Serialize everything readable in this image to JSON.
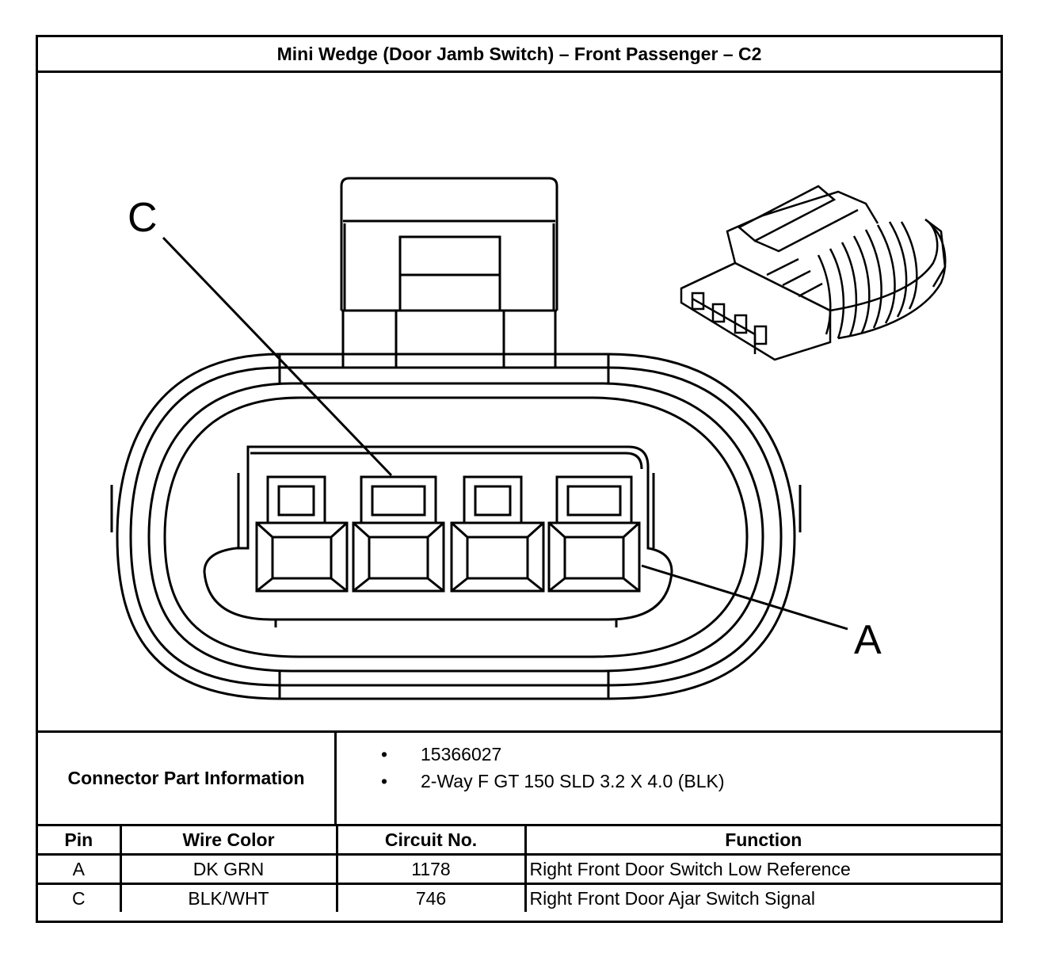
{
  "title": "Mini Wedge (Door Jamb Switch) – Front Passenger – C2",
  "diagram": {
    "callouts": {
      "c": "C",
      "a": "A"
    },
    "cavity_count": 4
  },
  "connector_info": {
    "label": "Connector Part Information",
    "items": [
      "15366027",
      "2-Way F GT 150 SLD 3.2 X 4.0 (BLK)"
    ],
    "bullet": "•"
  },
  "pin_table": {
    "headers": [
      "Pin",
      "Wire Color",
      "Circuit No.",
      "Function"
    ],
    "rows": [
      {
        "pin": "A",
        "wire_color": "DK GRN",
        "circuit": "1178",
        "function": "Right Front Door Switch Low Reference"
      },
      {
        "pin": "C",
        "wire_color": "BLK/WHT",
        "circuit": "746",
        "function": "Right Front Door Ajar Switch Signal"
      }
    ]
  }
}
